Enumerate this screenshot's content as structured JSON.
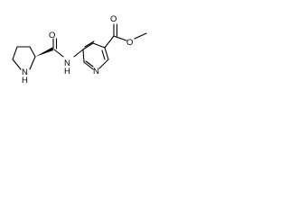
{
  "molecule": {
    "atoms": {
      "n_pyrrolidine": "N",
      "h_pyrrolidine": "H",
      "o_carbonyl_amide": "O",
      "n_amide": "N",
      "h_amide": "H",
      "n_pyridine": "N",
      "o_carbonyl_ester": "O",
      "o_ester": "O"
    }
  }
}
